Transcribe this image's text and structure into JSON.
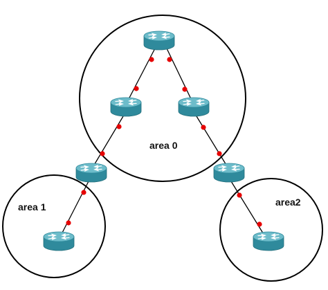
{
  "diagram": {
    "areas": [
      {
        "id": "area0",
        "label": "area 0"
      },
      {
        "id": "area1",
        "label": "area 1"
      },
      {
        "id": "area2",
        "label": "area2"
      }
    ],
    "routers": [
      {
        "id": "r-top",
        "area": "area 0"
      },
      {
        "id": "r-left-mid",
        "area": "area 0"
      },
      {
        "id": "r-right-mid",
        "area": "area 0"
      },
      {
        "id": "r-abr-left",
        "area": "area 0 / area 1"
      },
      {
        "id": "r-abr-right",
        "area": "area 0 / area2"
      },
      {
        "id": "r-area1",
        "area": "area 1"
      },
      {
        "id": "r-area2",
        "area": "area2"
      }
    ],
    "links": [
      {
        "from": "r-top",
        "to": "r-left-mid"
      },
      {
        "from": "r-top",
        "to": "r-right-mid"
      },
      {
        "from": "r-left-mid",
        "to": "r-abr-left"
      },
      {
        "from": "r-right-mid",
        "to": "r-abr-right"
      },
      {
        "from": "r-abr-left",
        "to": "r-area1"
      },
      {
        "from": "r-abr-right",
        "to": "r-area2"
      }
    ],
    "colors": {
      "router_body": "#2f8a9c",
      "router_top": "#6dbcca",
      "router_edge": "#236f7c",
      "port_dot": "#e60000",
      "circle": "#000000",
      "link": "#000000"
    }
  }
}
